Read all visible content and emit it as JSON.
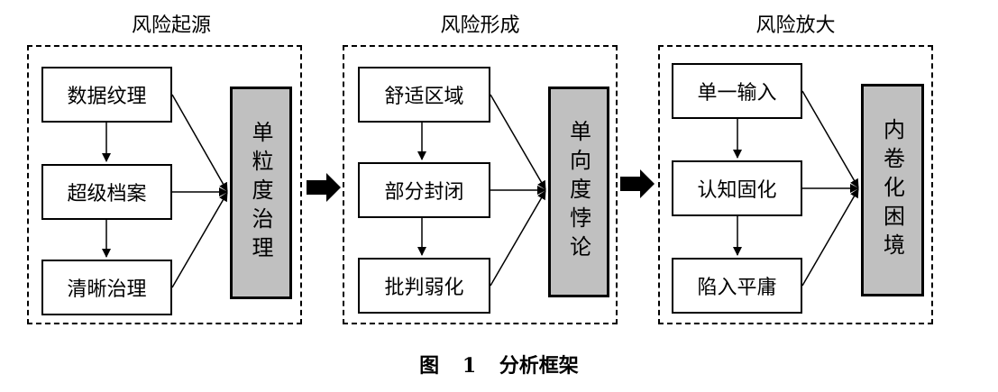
{
  "panels": [
    {
      "title": "风险起源",
      "boxes": [
        "数据纹理",
        "超级档案",
        "清晰治理"
      ],
      "result": "单粒度治理"
    },
    {
      "title": "风险形成",
      "boxes": [
        "舒适区域",
        "部分封闭",
        "批判弱化"
      ],
      "result": "单向度悖论"
    },
    {
      "title": "风险放大",
      "boxes": [
        "单一输入",
        "认知固化",
        "陷入平庸"
      ],
      "result": "内卷化困境"
    }
  ],
  "caption": "图 1 分析框架"
}
